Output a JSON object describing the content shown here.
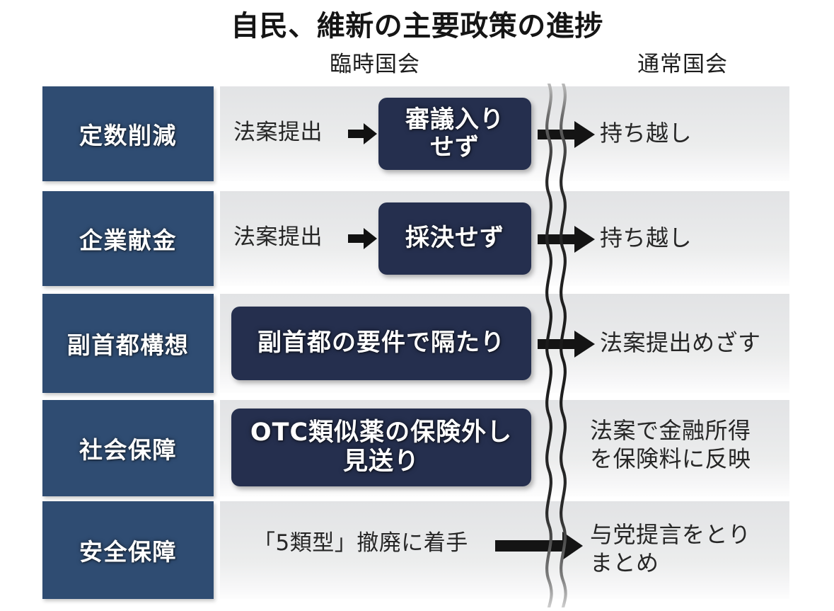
{
  "header": {
    "title": "自民、維新の主要政策の進捗",
    "column_left": "臨時国会",
    "column_right": "通常国会"
  },
  "colors": {
    "category_chip": "#2f4c72",
    "status_box": "#252f4e",
    "band_gradient_start": "#e2e3e5",
    "band_gradient_end": "#fdfdfd",
    "text_dark": "#262626",
    "arrow": "#111111"
  },
  "rows": [
    {
      "category": "定数削減",
      "pre_text": "法案提出",
      "has_mini_arrow": true,
      "status": "審議入り\nせず",
      "has_long_arrow": true,
      "outcome": "持ち越し"
    },
    {
      "category": "企業献金",
      "pre_text": "法案提出",
      "has_mini_arrow": true,
      "status": "採決せず",
      "has_long_arrow": true,
      "outcome": "持ち越し"
    },
    {
      "category": "副首都構想",
      "pre_text": "",
      "has_mini_arrow": false,
      "status": "副首都の要件で隔たり",
      "has_long_arrow": true,
      "outcome": "法案提出めざす"
    },
    {
      "category": "社会保障",
      "pre_text": "",
      "has_mini_arrow": false,
      "status": "OTC類似薬の保険外し\n見送り",
      "has_long_arrow": false,
      "outcome": "法案で金融所得\nを保険料に反映"
    },
    {
      "category": "安全保障",
      "pre_text": "「5類型」撤廃に着手",
      "has_mini_arrow": false,
      "status": "",
      "has_long_arrow": true,
      "outcome": "与党提言をとり\nまとめ"
    }
  ]
}
